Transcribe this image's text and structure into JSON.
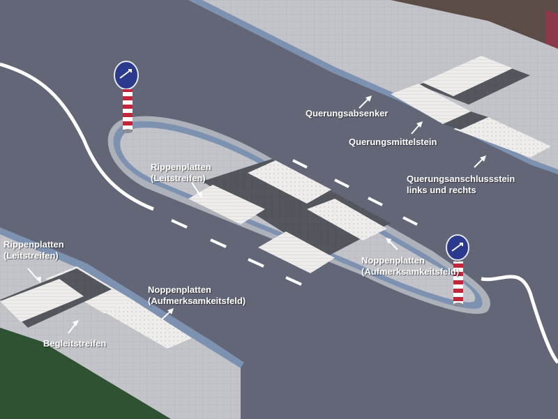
{
  "labels": {
    "querungsabsenker": "Querungsabsenker",
    "querungsmittelstein": "Querungsmittelstein",
    "querungsanschlussstein": [
      "Querungsanschlussstein",
      "links und rechts"
    ],
    "rippen_island": [
      "Rippenplatten",
      "(Leitstreifen)"
    ],
    "noppen_island": [
      "Noppenplatten",
      "(Aufmerksamkeitsfeld)"
    ],
    "rippen_left": [
      "Rippenplatten",
      "(Leitstreifen)"
    ],
    "noppen_left": [
      "Noppenplatten",
      "(Aufmerksamkeitsfeld)"
    ],
    "begleitstreifen": "Begleitstreifen"
  },
  "colors": {
    "asphalt": "#636677",
    "sidewalk": "#c3c4ca",
    "curb": "#7d91b1",
    "tactile": "#ecebe9",
    "dark_paving": "#55575f",
    "grass": "#2f5233",
    "marking": "#ffffff"
  },
  "icons": {
    "sign": "keep-right-sign-icon",
    "bollard": "striped-bollard-icon"
  }
}
